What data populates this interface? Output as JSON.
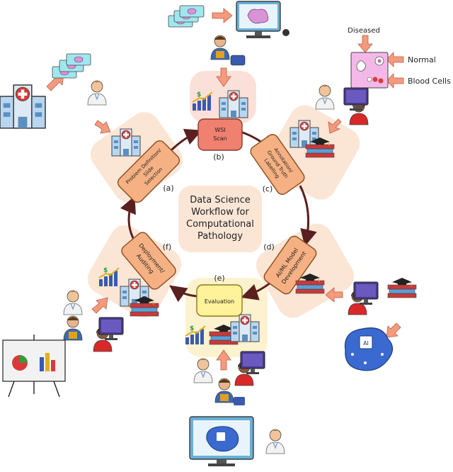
{
  "center": {
    "line1": "Data Science",
    "line2": "Workflow for",
    "line3": "Computational",
    "line4": "Pathology"
  },
  "stages": {
    "a": {
      "tag": "(a)",
      "line1": "Problem Definition/",
      "line2": "Slide",
      "line3": "Selection"
    },
    "b": {
      "tag": "(b)",
      "line1": "WSI",
      "line2": "Scan"
    },
    "c": {
      "tag": "(c)",
      "line1": "Annotation/",
      "line2": "Ground Truth",
      "line3": "Labelling"
    },
    "d": {
      "tag": "(d)",
      "line1": "AI/ML Model",
      "line2": "Development"
    },
    "e": {
      "tag": "(e)",
      "line1": "Evaluation"
    },
    "f": {
      "tag": "(f)",
      "line1": "Deployment/",
      "line2": "Auditing"
    }
  },
  "slide_labels": {
    "diseased": "Diseased",
    "normal": "Normal",
    "blood_cells": "Blood Cells"
  },
  "icons": {
    "ai_chip": "AI"
  },
  "colors": {
    "stage_box": "#f5b183",
    "stage_border": "#8a4a1a",
    "wsi_box": "#f08070",
    "eval_box": "#fff29a",
    "cycle_arrow": "#5a1f1f",
    "pink_arrow": "#f59a7d",
    "bg_pink": "#fbe0da",
    "bg_peach": "#fbe6d6",
    "bg_yellow": "#fdf2cf"
  }
}
